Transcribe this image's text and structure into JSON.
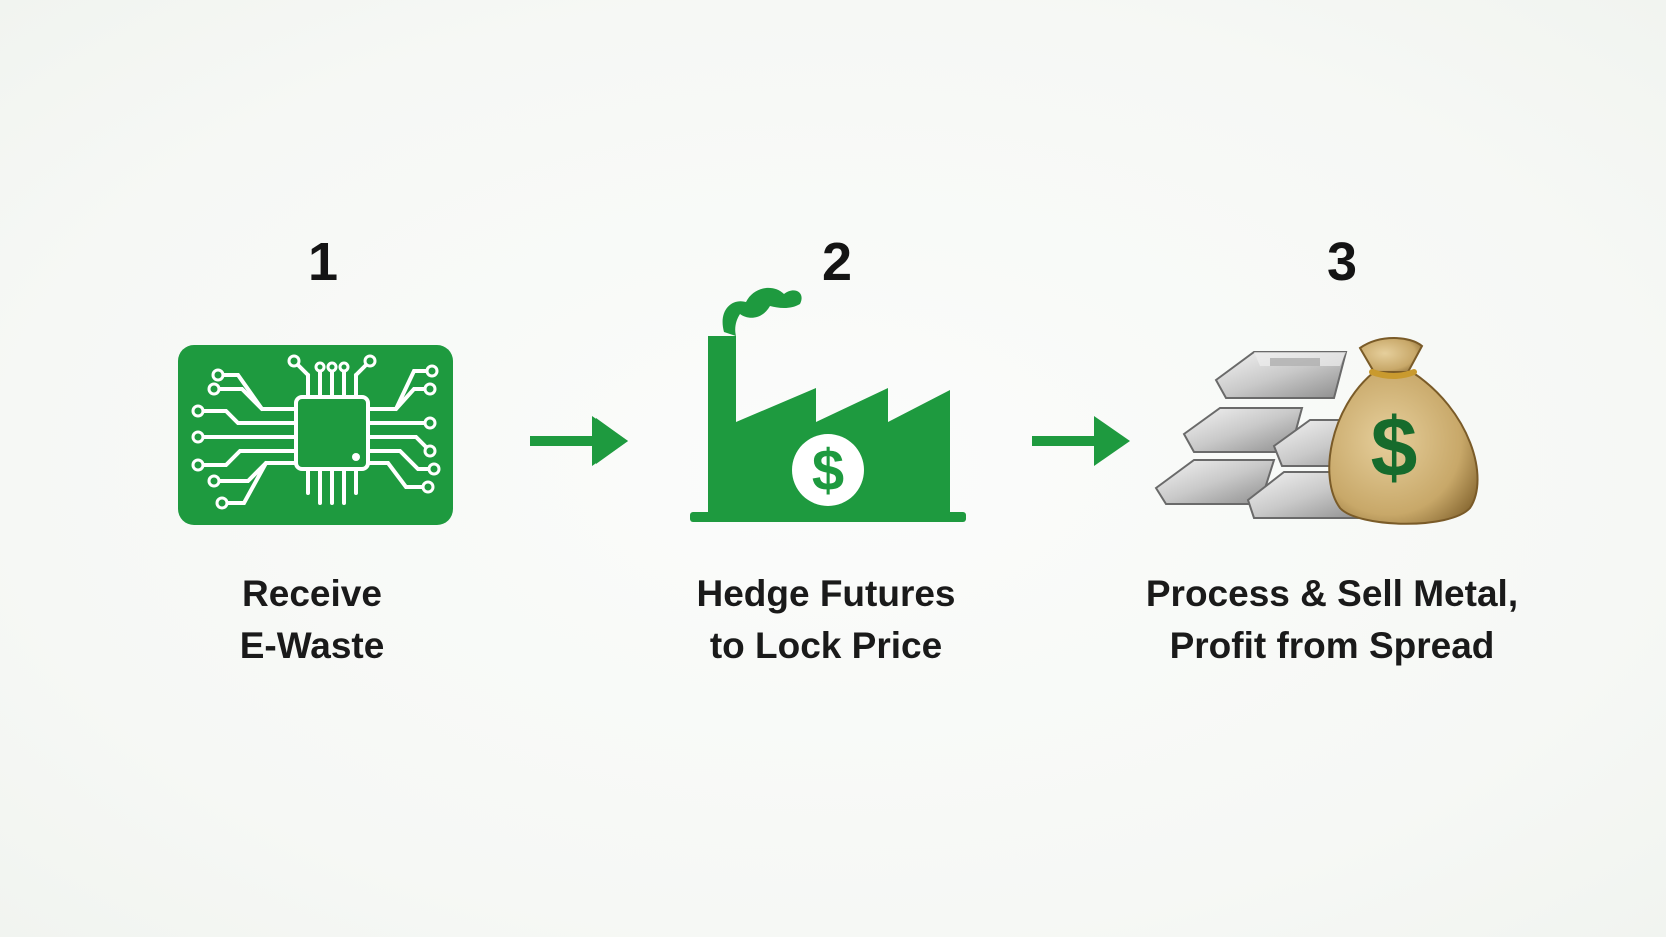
{
  "colors": {
    "accent_green": "#1e9a3f",
    "dark_green": "#166b2c",
    "text": "#1a1a1a"
  },
  "steps": [
    {
      "number": "1",
      "label_line1": "Receive",
      "label_line2": "E-Waste",
      "icon": "circuit-board-icon"
    },
    {
      "number": "2",
      "label_line1": "Hedge Futures",
      "label_line2": "to Lock Price",
      "icon": "factory-dollar-icon"
    },
    {
      "number": "3",
      "label_line1": "Process & Sell Metal,",
      "label_line2": "Profit from Spread",
      "icon": "silver-bars-money-bag-icon"
    }
  ],
  "connectors": [
    "arrow-right-icon",
    "arrow-right-icon"
  ]
}
